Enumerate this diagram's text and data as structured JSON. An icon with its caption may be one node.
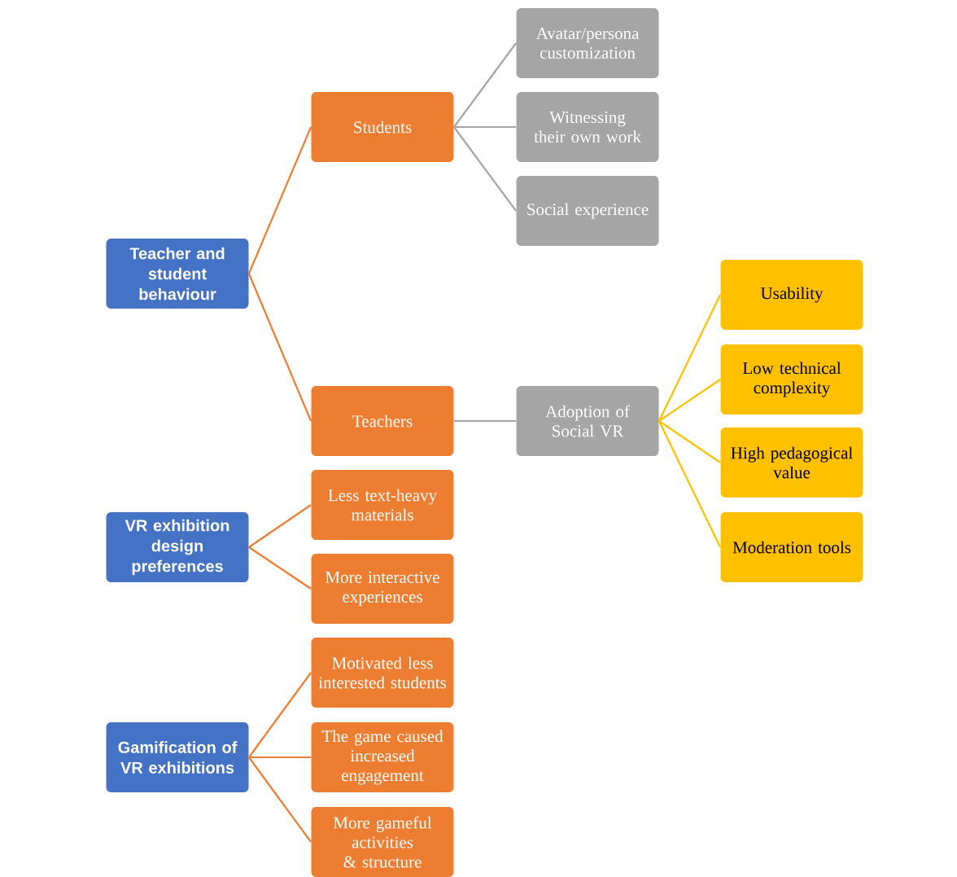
{
  "diagram": {
    "nodes": [
      {
        "text": [
          "Teacher and student behaviour"
        ]
      },
      {
        "text": [
          "Students"
        ]
      },
      {
        "text": [
          "Avatar/persona customization"
        ]
      },
      {
        "text": [
          "Witnessing their own work"
        ]
      },
      {
        "text": [
          "Social experience"
        ]
      },
      {
        "text": [
          "Teachers"
        ]
      },
      {
        "text": [
          "Adoption of Social VR"
        ]
      },
      {
        "text": [
          "Usability"
        ]
      },
      {
        "text": [
          "Low technical complexity"
        ]
      },
      {
        "text": [
          "High pedagogical value"
        ]
      },
      {
        "text": [
          "Moderation tools"
        ]
      },
      {
        "text": [
          "VR exhibition design preferences"
        ]
      },
      {
        "text": [
          "Less text-heavy materials"
        ]
      },
      {
        "text": [
          "More interactive experiences"
        ]
      },
      {
        "text": [
          "Gamification of VR exhibitions"
        ]
      },
      {
        "text": [
          "Motivated less interested students"
        ]
      },
      {
        "text": [
          "The game caused increased engagement"
        ]
      },
      {
        "text": [
          "More gameful activities & structure"
        ]
      }
    ],
    "edges": [
      {
        "from": 0,
        "to": 1,
        "arrow": "none"
      },
      {
        "from": 0,
        "to": 5,
        "arrow": "none"
      },
      {
        "from": 1,
        "to": 2,
        "arrow": "none",
        "color": "#a5a5a5"
      },
      {
        "from": 1,
        "to": 3,
        "arrow": "none",
        "color": "#a5a5a5"
      },
      {
        "from": 1,
        "to": 4,
        "arrow": "none",
        "color": "#a5a5a5"
      },
      {
        "from": 5,
        "to": 6,
        "arrow": "none",
        "color": "#a5a5a5"
      },
      {
        "from": 6,
        "to": 7,
        "arrow": "none",
        "color": "#ffc000"
      },
      {
        "from": 6,
        "to": 8,
        "arrow": "none",
        "color": "#ffc000"
      },
      {
        "from": 6,
        "to": 9,
        "arrow": "none",
        "color": "#ffc000"
      },
      {
        "from": 6,
        "to": 10,
        "arrow": "none",
        "color": "#ffc000"
      },
      {
        "from": 11,
        "to": 12,
        "arrow": "none"
      },
      {
        "from": 11,
        "to": 13,
        "arrow": "none"
      },
      {
        "from": 14,
        "to": 15,
        "arrow": "none"
      },
      {
        "from": 14,
        "to": 16,
        "arrow": "none"
      },
      {
        "from": 14,
        "to": 17,
        "arrow": "none"
      }
    ]
  }
}
